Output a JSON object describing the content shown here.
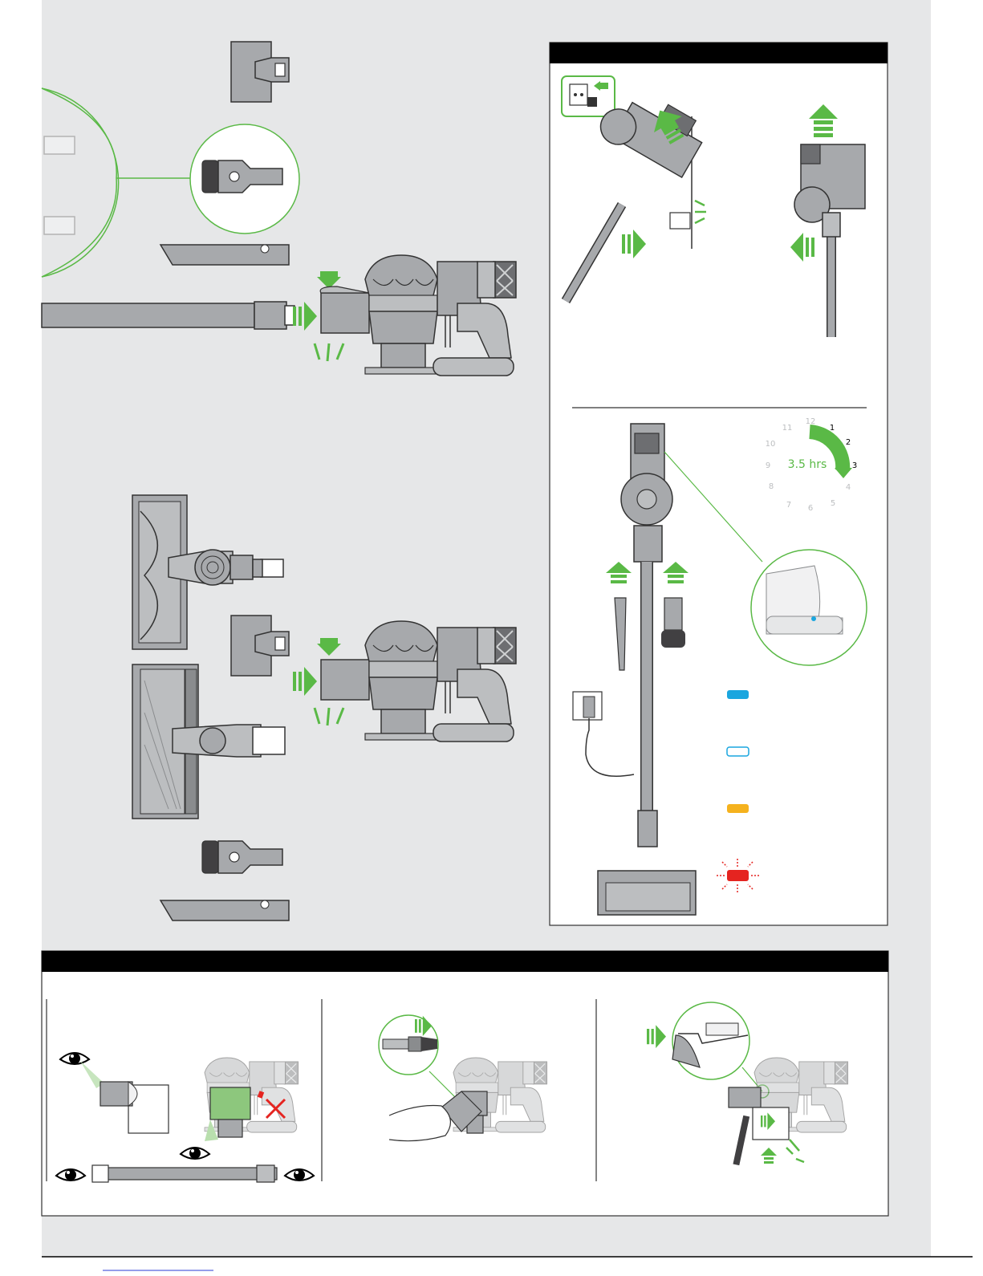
{
  "charging": {
    "duration_label": "3.5 hrs",
    "clock_numbers": [
      "12",
      "1",
      "2",
      "3",
      "4",
      "5",
      "6",
      "7",
      "8",
      "9",
      "10",
      "11"
    ],
    "active_hours": [
      "1",
      "2",
      "3"
    ]
  },
  "led_indicators": {
    "colors": {
      "blue_solid": "#1aa6df",
      "blue_outline": "#1aa6df",
      "amber": "#f5b21e",
      "red_flashing": "#e52420"
    }
  },
  "colors": {
    "accent_green": "#5ab946",
    "panel_gray": "#e6e7e8",
    "part_gray": "#a7a9ac",
    "header_black": "#000000"
  }
}
